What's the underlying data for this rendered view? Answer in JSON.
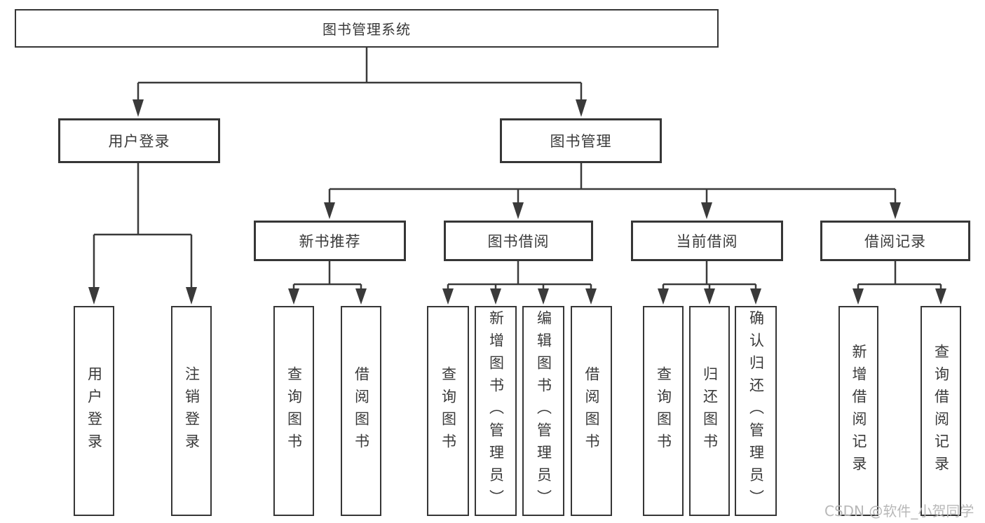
{
  "diagram": {
    "root": "图书管理系统",
    "branches": [
      {
        "label": "用户登录",
        "children": [
          {
            "label": "用户登录"
          },
          {
            "label": "注销登录"
          }
        ]
      },
      {
        "label": "图书管理",
        "children": [
          {
            "label": "新书推荐",
            "children": [
              {
                "label": "查询图书"
              },
              {
                "label": "借阅图书"
              }
            ]
          },
          {
            "label": "图书借阅",
            "children": [
              {
                "label": "查询图书"
              },
              {
                "label": "新增图书（管理员）"
              },
              {
                "label": "编辑图书（管理员）"
              },
              {
                "label": "借阅图书"
              }
            ]
          },
          {
            "label": "当前借阅",
            "children": [
              {
                "label": "查询图书"
              },
              {
                "label": "归还图书"
              },
              {
                "label": "确认归还（管理员）"
              }
            ]
          },
          {
            "label": "借阅记录",
            "children": [
              {
                "label": "新增借阅记录"
              },
              {
                "label": "查询借阅记录"
              }
            ]
          }
        ]
      }
    ]
  },
  "watermark": "CSDN @软件_小贺同学",
  "colors": {
    "line": "#3a3a3a",
    "box_border": "#363636",
    "text": "#3a3a3a",
    "watermark": "#b8b8b8",
    "background": "#ffffff"
  }
}
